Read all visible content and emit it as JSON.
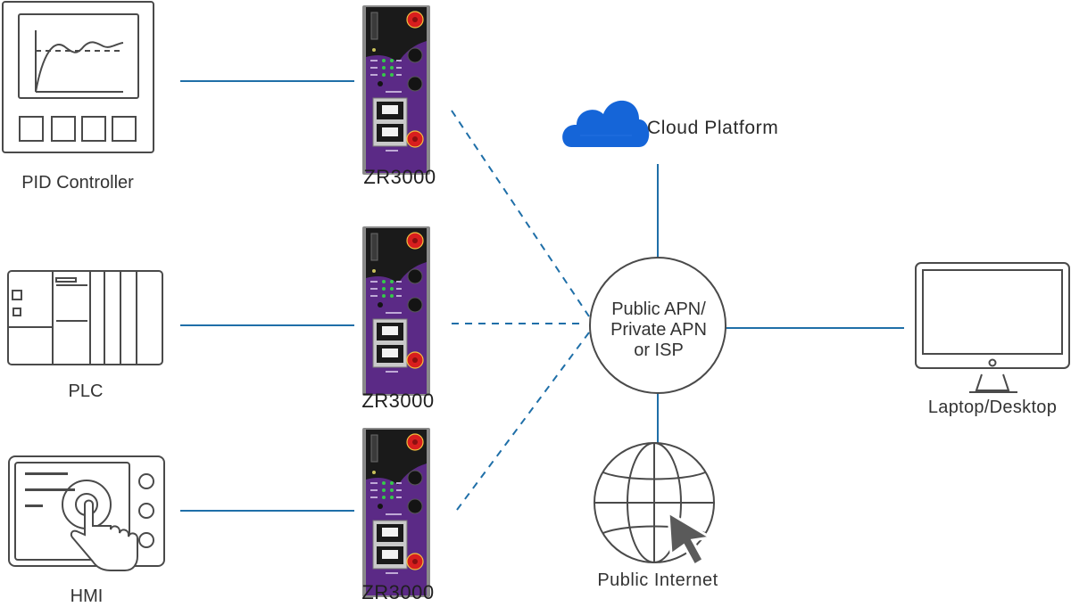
{
  "devices": {
    "pid_label": "PID Controller",
    "plc_label": "PLC",
    "hmi_label": "HMI"
  },
  "routers": [
    "ZR3000",
    "ZR3000",
    "ZR3000"
  ],
  "network": {
    "line1": "Public APN/",
    "line2": "Private APN",
    "line3": "or ISP"
  },
  "cloud": {
    "label": "Cloud Platform",
    "color": "#1565d8"
  },
  "internet": {
    "label": "Public Internet"
  },
  "client": {
    "label": "Laptop/Desktop"
  },
  "colors": {
    "link_line": "#1f6fa8",
    "device_stroke": "#4a4a4a",
    "router_body": "#5b2a86",
    "router_dark": "#1a1a1a",
    "router_led": "#35c94a",
    "router_antenna": "#d81e1e"
  }
}
